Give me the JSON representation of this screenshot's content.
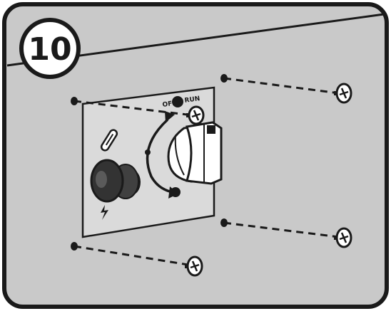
{
  "step": {
    "number": "10"
  },
  "switch_labels": {
    "off": "OFF",
    "run": "RUN"
  },
  "icons": {
    "step_badge": "circled-step-number",
    "screws": "screw-icon",
    "fuel_valve": "rotary-switch-knob-icon",
    "primer": "primer-bulb-icon",
    "lightning": "lightning-icon",
    "wrench": "wrench-icon"
  },
  "colors": {
    "background": "#c9c9c9",
    "outline": "#1a1a1a",
    "plate": "#dadada",
    "knob": "#ffffff",
    "primer": "#3a3a3a"
  }
}
